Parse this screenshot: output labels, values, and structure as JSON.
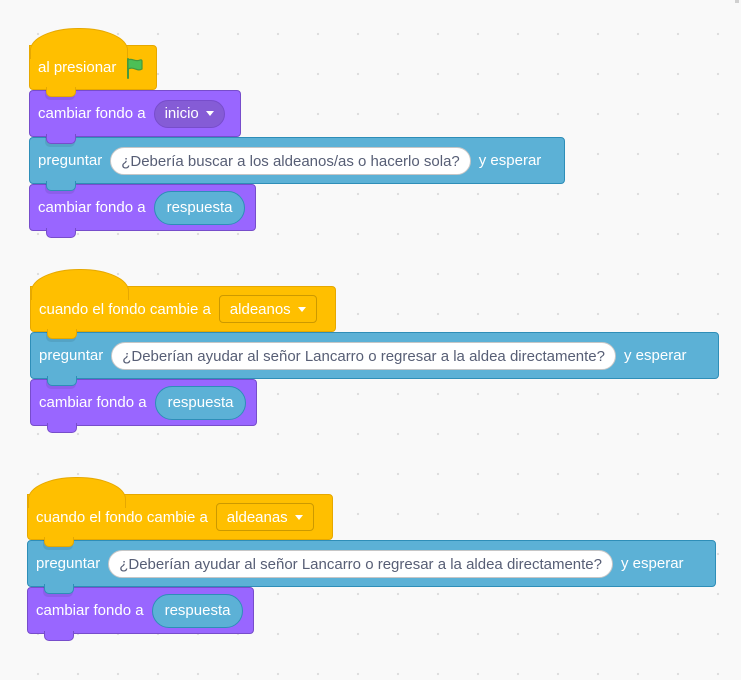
{
  "scripts": [
    {
      "hat": {
        "label": "al presionar",
        "icon": "green-flag-icon"
      },
      "blocks": [
        {
          "kind": "looks",
          "label": "cambiar fondo a",
          "dropdown": "inicio"
        },
        {
          "kind": "sensing",
          "label": "preguntar",
          "input": "¿Debería buscar a los aldeanos/as o hacerlo sola?",
          "suffix": "y esperar"
        },
        {
          "kind": "looks",
          "label": "cambiar fondo a",
          "reporter": "respuesta"
        }
      ]
    },
    {
      "hat": {
        "label": "cuando el fondo cambie a",
        "dropdown": "aldeanos"
      },
      "blocks": [
        {
          "kind": "sensing",
          "label": "preguntar",
          "input": "¿Deberían ayudar al señor Lancarro o regresar a la aldea directamente?",
          "suffix": "y esperar"
        },
        {
          "kind": "looks",
          "label": "cambiar fondo a",
          "reporter": "respuesta"
        }
      ]
    },
    {
      "hat": {
        "label": "cuando el fondo cambie a",
        "dropdown": "aldeanas"
      },
      "blocks": [
        {
          "kind": "sensing",
          "label": "preguntar",
          "input": "¿Deberían ayudar al señor Lancarro o regresar a la aldea directamente?",
          "suffix": "y esperar"
        },
        {
          "kind": "looks",
          "label": "cambiar fondo a",
          "reporter": "respuesta"
        }
      ]
    }
  ],
  "colors": {
    "events": "#ffbf00",
    "looks": "#9966ff",
    "sensing": "#5cb1d6",
    "flag": "#4cbf56"
  }
}
